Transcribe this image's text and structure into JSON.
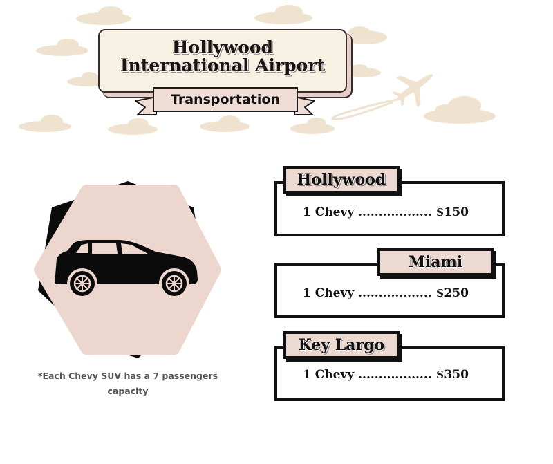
{
  "header": {
    "title_line1": "Hollywood",
    "title_line2": "International Airport",
    "subtitle": "Transportation"
  },
  "vehicle": {
    "icon": "suv-car-icon",
    "note_line1": "*Each Chevy SUV has a 7 passengers",
    "note_line2": "capacity"
  },
  "destinations": [
    {
      "name": "Hollywood",
      "line": "1 Chevy .................. $150"
    },
    {
      "name": "Miami",
      "line": "1 Chevy .................. $250"
    },
    {
      "name": "Key Largo",
      "line": "1 Chevy .................. $350"
    }
  ],
  "colors": {
    "cream": "#f7f1e3",
    "blush": "#ecd9d2",
    "cloud": "#efe3cf",
    "ink": "#111111"
  }
}
